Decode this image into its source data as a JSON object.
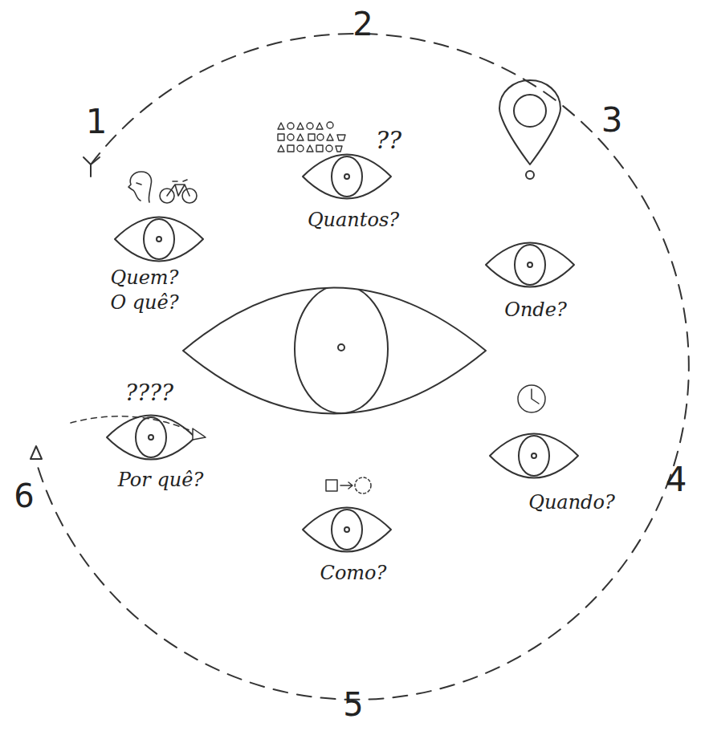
{
  "diagram": {
    "labels": [
      "1",
      "2",
      "3",
      "??",
      "Quantos?",
      "Quem?",
      "O quê?",
      "Onde?",
      "????",
      "Por quê?",
      "Quando?",
      "Como?",
      "4",
      "5",
      "6"
    ]
  }
}
